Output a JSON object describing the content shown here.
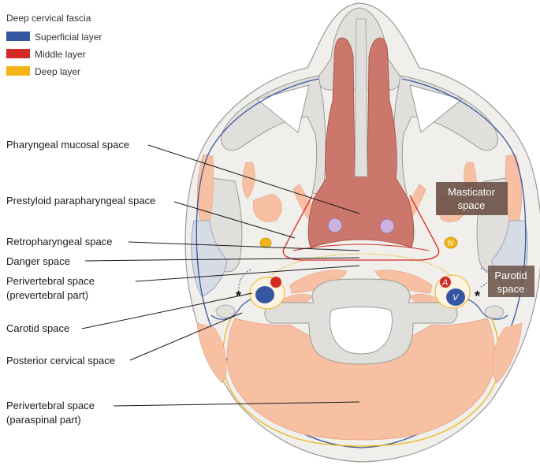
{
  "legend": {
    "title": "Deep cervical fascia",
    "items": [
      {
        "label": "Superficial layer",
        "color": "#3556a0"
      },
      {
        "label": "Middle layer",
        "color": "#d42a25"
      },
      {
        "label": "Deep layer",
        "color": "#f2b417"
      }
    ]
  },
  "labels": {
    "pharyngeal_mucosal": "Pharyngeal mucosal space",
    "prestyloid": "Prestyloid parapharyngeal space",
    "retropharyngeal": "Retropharyngeal space",
    "danger": "Danger space",
    "perivertebral_prevertebral_1": "Perivertebral space",
    "perivertebral_prevertebral_2": "(prevertebral part)",
    "carotid": "Carotid space",
    "posterior_cervical": "Posterior cervical space",
    "perivertebral_paraspinal_1": "Perivertebral space",
    "perivertebral_paraspinal_2": "(paraspinal part)"
  },
  "boxes": {
    "masticator_1": "Masticator",
    "masticator_2": "space",
    "parotid_1": "Parotid",
    "parotid_2": "space"
  },
  "markers": {
    "artery": "A",
    "vein": "V",
    "nerve": "N",
    "asterisk": "*"
  },
  "colors": {
    "skin": "#f0efeb",
    "bone": "#e1dfdb",
    "muscle": "#f7c0a2",
    "mucosa": "#cc776c",
    "superficial": "#3556a0",
    "middle": "#d42a25",
    "deep": "#f2b417",
    "box": "#6a5147"
  }
}
